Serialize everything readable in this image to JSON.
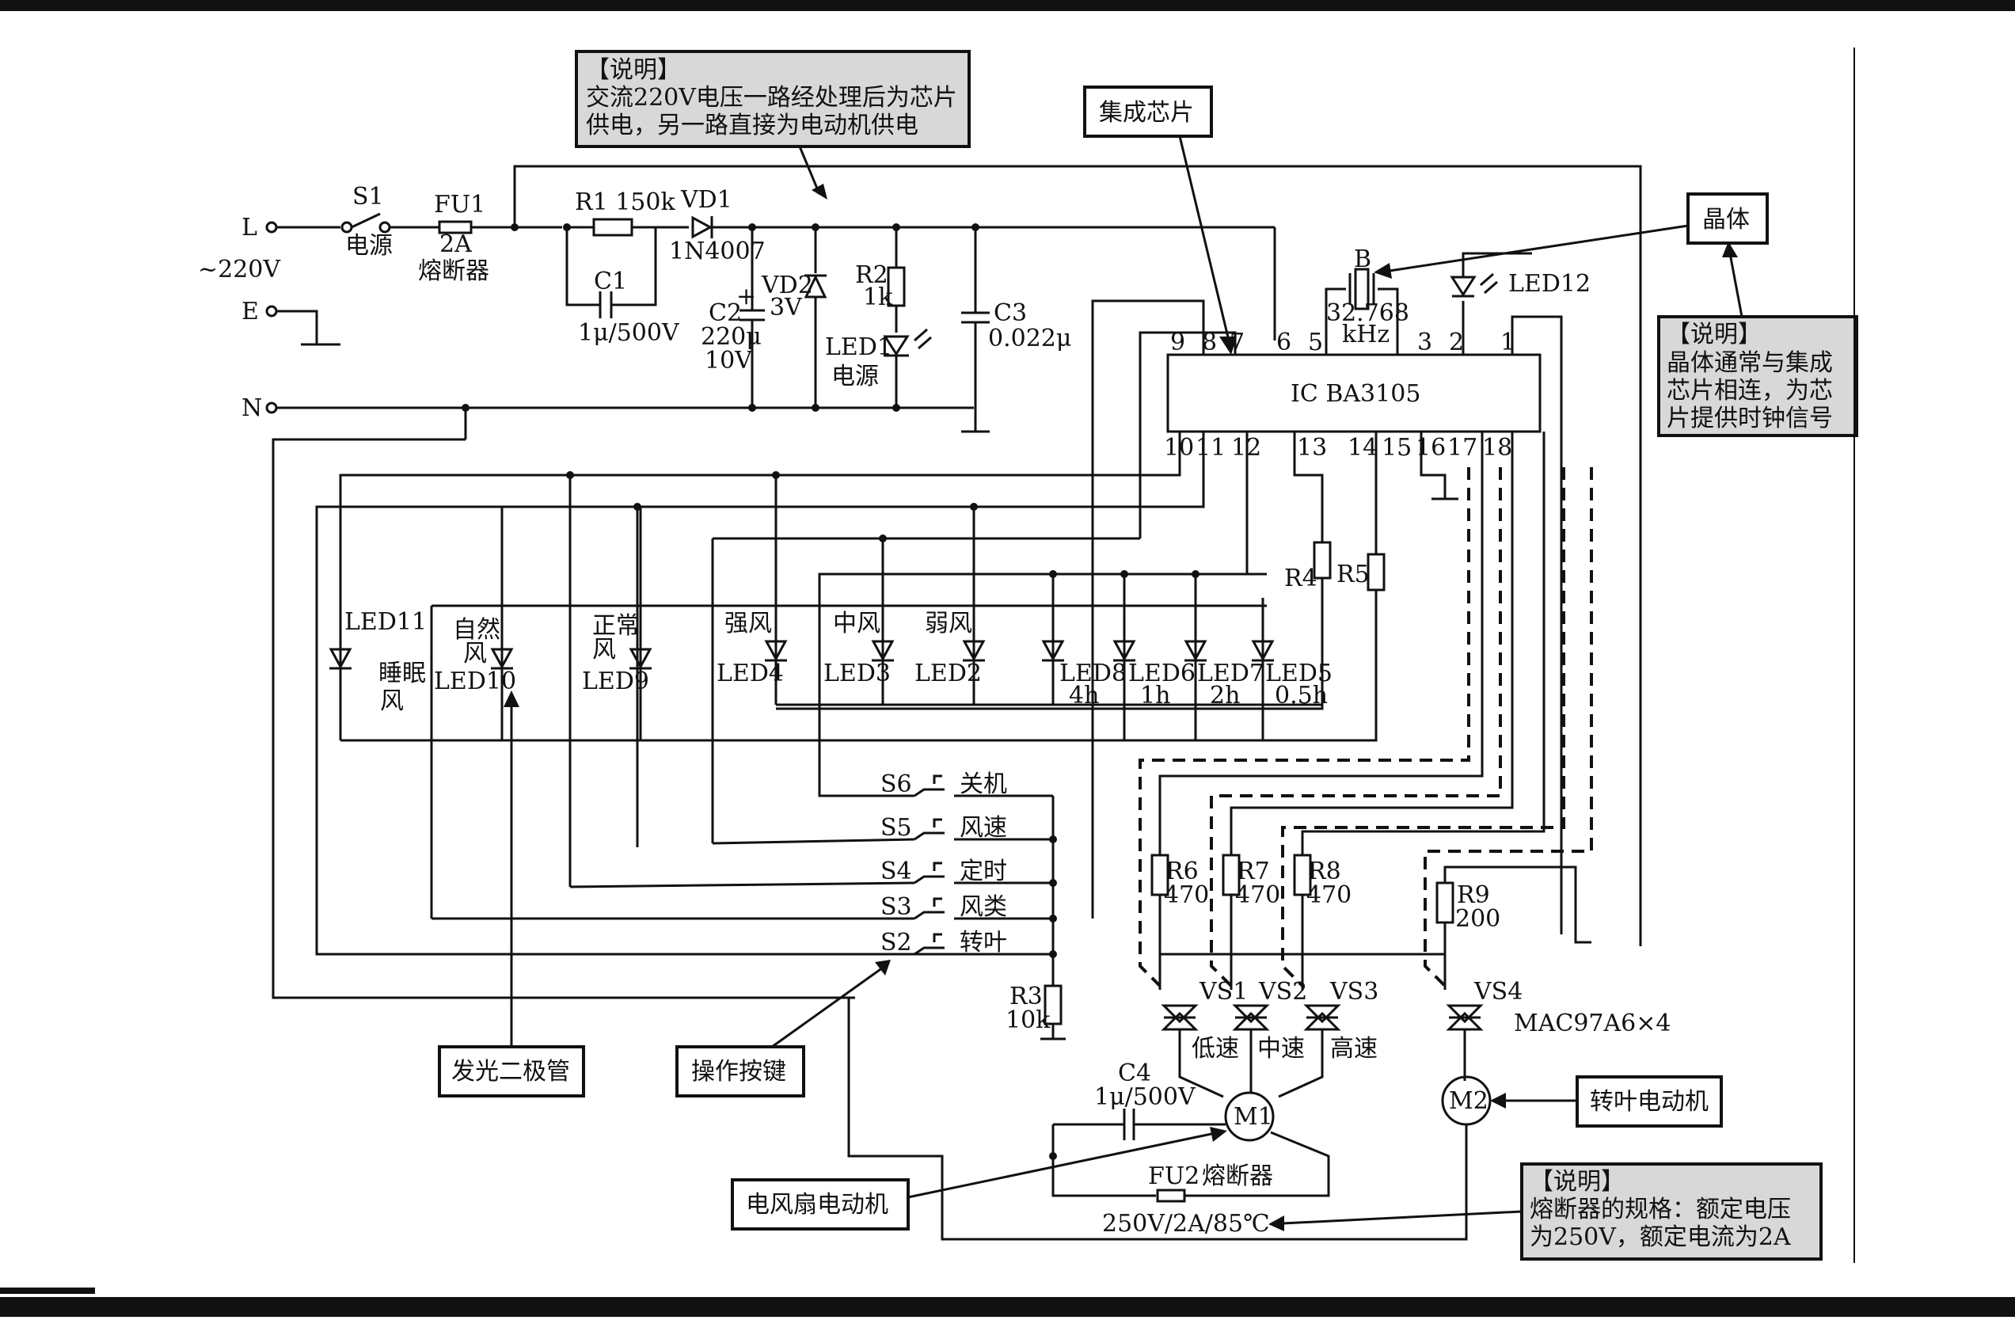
{
  "ic": {
    "name": "IC  BA3105",
    "pins_top": [
      "9",
      "8",
      "7",
      "6",
      "5",
      "3",
      "2",
      "1"
    ],
    "pins_bottom": [
      "10",
      "11",
      "12",
      "13",
      "14",
      "15",
      "16",
      "17",
      "18"
    ]
  },
  "input": {
    "L": "L",
    "E": "E",
    "N": "N",
    "voltage": "~220V",
    "S1": "S1",
    "S1_label": "电源",
    "FU1": "FU1",
    "FU1_rating": "2A",
    "FU1_label": "熔断器"
  },
  "power": {
    "R1": "R1  150k",
    "VD1": "VD1",
    "VD1_part": "1N4007",
    "C1": "C1",
    "C1_value": "1μ/500V",
    "C2": "C2",
    "C2_value": "220μ",
    "C2_volt": "10V",
    "C2_plus": "+",
    "VD2": "VD2",
    "VD2_value": "3V",
    "R2": "R2",
    "R2_value": "1k",
    "LED1": "LED1",
    "LED1_label": "电源",
    "C3": "C3",
    "C3_value": "0.022μ"
  },
  "crystal": {
    "B": "B",
    "freq": "32.768",
    "unit": "kHz",
    "LED12": "LED12"
  },
  "leds": [
    {
      "id": "LED11",
      "label": "睡眠风"
    },
    {
      "id": "LED10",
      "label": "自然风"
    },
    {
      "id": "LED9",
      "label": "正常风"
    },
    {
      "id": "LED4",
      "label": "强风"
    },
    {
      "id": "LED3",
      "label": "中风"
    },
    {
      "id": "LED2",
      "label": "弱风"
    },
    {
      "id": "LED8",
      "label": "4h"
    },
    {
      "id": "LED6",
      "label": "1h"
    },
    {
      "id": "LED7",
      "label": "2h"
    },
    {
      "id": "LED5",
      "label": "0.5h"
    }
  ],
  "led_text": {
    "sleep1": "睡眠",
    "sleep2": "风",
    "nat1": "自然",
    "nat2": "风",
    "norm1": "正常",
    "norm2": "风"
  },
  "resistors": {
    "R4": "R4",
    "R5": "R5",
    "R3": "R3",
    "R3_value": "10k",
    "R6": "R6",
    "R6_value": "470",
    "R7": "R7",
    "R7_value": "470",
    "R8": "R8",
    "R8_value": "470",
    "R9": "R9",
    "R9_value": "200"
  },
  "switches": [
    {
      "id": "S6",
      "label": "关机"
    },
    {
      "id": "S5",
      "label": "风速"
    },
    {
      "id": "S4",
      "label": "定时"
    },
    {
      "id": "S3",
      "label": "风类"
    },
    {
      "id": "S2",
      "label": "转叶"
    }
  ],
  "triacs": {
    "VS1": "VS1",
    "VS2": "VS2",
    "VS3": "VS3",
    "VS4": "VS4",
    "part": "MAC97A6×4",
    "low": "低速",
    "mid": "中速",
    "high": "高速"
  },
  "motors": {
    "M1": "M1",
    "M2": "M2",
    "C4": "C4",
    "C4_value": "1μ/500V",
    "FU2": "FU2",
    "FU2_label": "熔断器",
    "FU2_rating": "250V/2A/85℃"
  },
  "callouts": {
    "note1_title": "【说明】",
    "note1_line1": "交流220V电压一路经处理后为芯片",
    "note1_line2": "供电，另一路直接为电动机供电",
    "ic_label": "集成芯片",
    "crystal_label": "晶体",
    "note2_title": "【说明】",
    "note2_line1": "晶体通常与集成",
    "note2_line2": "芯片相连，为芯",
    "note2_line3": "片提供时钟信号",
    "led_label": "发光二极管",
    "key_label": "操作按键",
    "motor_label": "电风扇电动机",
    "swing_label": "转叶电动机",
    "note3_title": "【说明】",
    "note3_line1": "熔断器的规格：额定电压",
    "note3_line2": "为250V，额定电流为2A"
  },
  "colors": {
    "callout_fill": "#d8d8d8",
    "line": "#111111"
  }
}
